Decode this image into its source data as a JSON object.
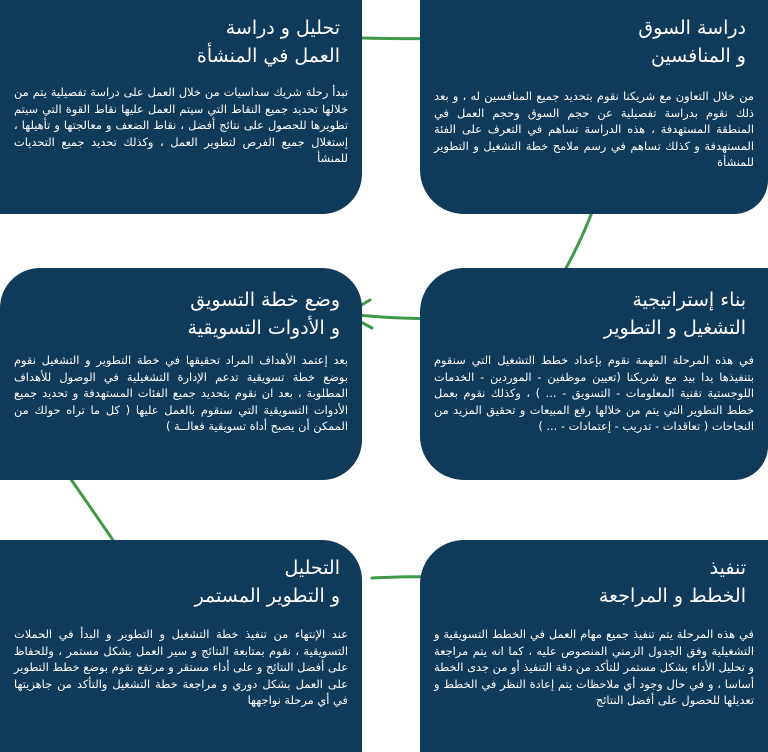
{
  "colors": {
    "card_bg": "#103a5a",
    "text": "#ffffff",
    "arrow": "#3f9a47"
  },
  "steps": [
    {
      "title_line1": "دراسة السوق",
      "title_line2": "و المنافسين",
      "body": "من خلال التعاون مع شريكنا نقوم بتحديد جميع المنافسين له ، و بعد ذلك نقوم بدراسة تفصيلية عن حجم السوق وحجم العمل في المنطقة المستهدفة ، هذه الدراسة تساهم في التعرف على الفئة المستهدفة و كذلك تساهم في رسم ملامح خطة التشغيل و التطوير للمنشأة"
    },
    {
      "title_line1": "تحليل و دراسة",
      "title_line2": "العمل في المنشأة",
      "body": "تبدأ رحلة شريك سداسيات من خلال العمل على دراسة تفصيلية يتم من خلالها تحديد جميع النقاط التي سيتم العمل عليها نقاط القوة التي سيتم تطويرها للحصول على نتائج أفضل ، نقاط الضعف و معالجتها و تأهيلها ، إستغلال جميع الفرص لتطوير العمل ، وكذلك تحديد جميع التحديات للمنشأ"
    },
    {
      "title_line1": "بناء إستراتيجية",
      "title_line2": "التشغيل و التطوير",
      "body": "في هذه المرحلة المهمة نقوم بإعداد خطط التشغيل التي سنقوم بتنفيذها يدا بيد مع شريكنا (تعيين موظفين - الموردين - الخدمات اللوجستية تقنية المعلومات - التسويق - ... ) ، وكذلك نقوم بعمل خطط التطوير التي يتم من خلالها رفع المبيعات و تحقيق المزيد من النجاحات ( تعاقدات - تدريب - إعتمادات - ... )"
    },
    {
      "title_line1": "وضع خطة التسويق",
      "title_line2": "و الأدوات التسويقية",
      "body": "بعد إعتمد الأهداف المراد تحقيقها في خطة التطوير و التشغيل نقوم بوضع خطة تسويقية تدعم الإدارة التشغيلية في الوصول للأهداف المطلوبة ، بعد ان نقوم بتحديد جميع الفئات المستهدفة و تحديد جميع الأدوات التسويقية التي سنقوم بالعمل عليها ( كل ما تراه حولك من الممكن أن يصبح أداة تسويقية فعالــة )"
    },
    {
      "title_line1": "تنفيذ",
      "title_line2": "الخطط و المراجعة",
      "body": "في هذه المرحلة يتم تنفيذ جميع مهام العمل في الخطط التسويقية و التشغيلية وفق الجدول الزمني المنصوص عليه ، كما انه يتم مراجعة و تحليل الأداء بشكل مستمر للتأكد من دقة التنفيذ أو من جدى الخطة أساسا ، و في حال وجود أي ملاحظات يتم إعادة النظر في الخطط و تعديلها للحصول على أفضل النتائج"
    },
    {
      "title_line1": "التحليل",
      "title_line2": "و التطوير المستمر",
      "body": "عند الإنتهاء من تنفيذ خطة التشغيل و التطوير و البدأ في الحملات التسويقية ، نقوم بمتابعة النتائج و سير العمل بشكل مستمر ، وللحفاظ على أفضل النتائج و على أداء مستقر و مرتفع نقوم بوضع خطط التطوير على العمل بشكل دوري و مراجعة خطة التشغيل والتأكد من جاهزيتها في أي مرحلة نواجهها"
    }
  ]
}
